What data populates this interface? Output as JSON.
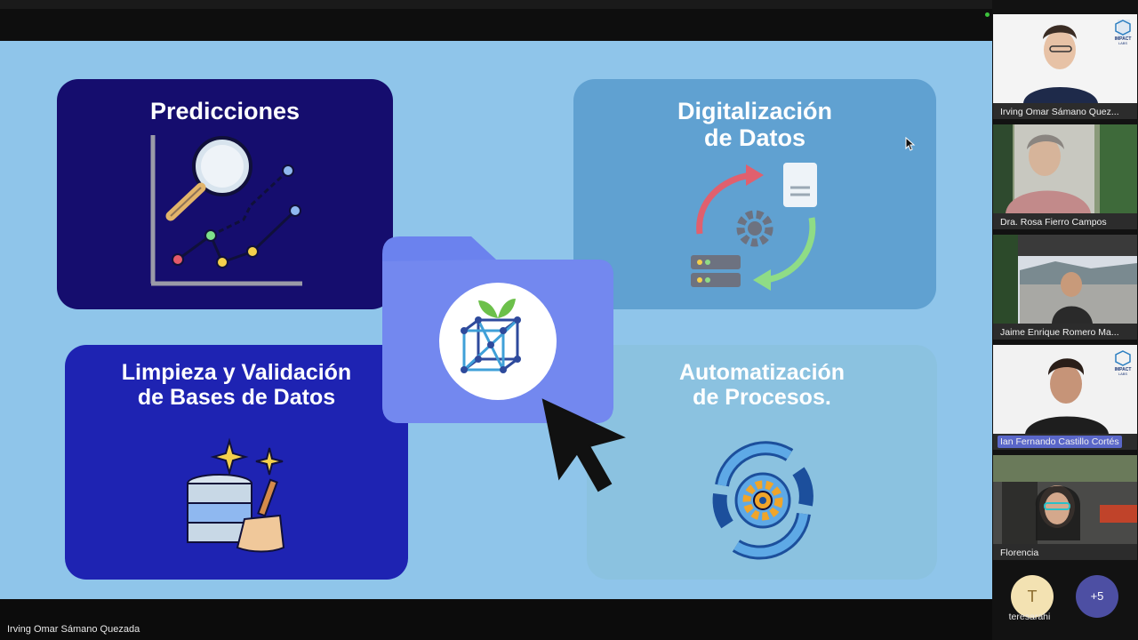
{
  "slide": {
    "cards": {
      "predicciones": "Predicciones",
      "digitalizacion_line1": "Digitalización",
      "digitalizacion_line2": "de Datos",
      "limpieza_line1": "Limpieza y Validación",
      "limpieza_line2": "de Bases de Datos",
      "automatizacion_line1": "Automatización",
      "automatizacion_line2": "de Procesos."
    },
    "colors": {
      "background": "#8fc5ea",
      "card_predicciones": "#150d6e",
      "card_digitalizacion": "#60a1d1",
      "card_limpieza": "#1e23b2",
      "card_automatizacion": "#8bc2e0",
      "folder": "#6b82ee"
    }
  },
  "presenter": {
    "name": "Irving Omar Sámano Quezada"
  },
  "participants": [
    {
      "name": "Irving Omar Sámano Quez..."
    },
    {
      "name": "Dra. Rosa Fierro Campos"
    },
    {
      "name": "Jaime Enrique  Romero Ma..."
    },
    {
      "name": "Ian Fernando Castillo Cortés"
    },
    {
      "name": "Florencia"
    }
  ],
  "logo_text": {
    "line1": "IMPACT",
    "line2": "LABS"
  },
  "avatar": {
    "initial": "T",
    "name": "teresarahi"
  },
  "more_button": {
    "label": "+5"
  }
}
